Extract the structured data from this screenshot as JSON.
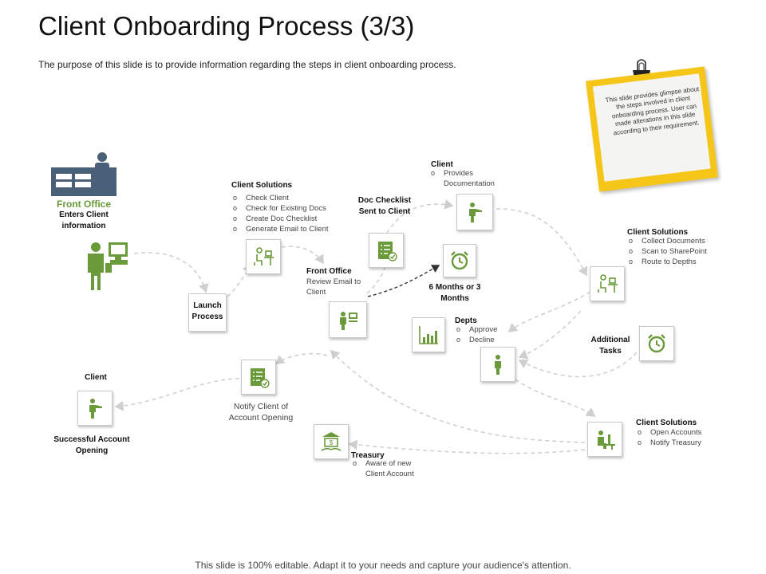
{
  "title": "Client Onboarding Process (3/3)",
  "subtitle": "The purpose of this slide is to provide information regarding the steps in client onboarding process.",
  "footer": "This slide is 100% editable. Adapt it to your needs and capture your audience's attention.",
  "note": "This slide provides glimpse about the steps involved in client onboarding process. User can made alterations in this slide according to their requirement.",
  "colors": {
    "green": "#6a9a3a",
    "dark_icon": "#4a6078",
    "note_yellow": "#f5c518"
  },
  "front_office_start": {
    "title": "Front Office",
    "desc": "Enters Client information"
  },
  "launch": {
    "label": "Launch Process"
  },
  "solutions1": {
    "title": "Client Solutions",
    "items": [
      "Check Client",
      "Check for Existing Docs",
      "Create Doc Checklist",
      "Generate Email to Client"
    ]
  },
  "doc_checklist": {
    "label": "Doc Checklist Sent to Client"
  },
  "front_office_review": {
    "title": "Front Office",
    "desc": "Review Email to Client"
  },
  "client_docs": {
    "title": "Client",
    "items": [
      "Provides Documentation"
    ]
  },
  "months": {
    "label": "6 Months or 3 Months"
  },
  "solutions2": {
    "title": "Client Solutions",
    "items": [
      "Collect Documents",
      "Scan to SharePoint",
      "Route to Depths"
    ]
  },
  "depts": {
    "title": "Depts",
    "items": [
      "Approve",
      "Decline"
    ]
  },
  "additional": {
    "label": "Additional Tasks"
  },
  "solutions3": {
    "title": "Client Solutions",
    "items": [
      "Open Accounts",
      "Notify Treasury"
    ]
  },
  "treasury": {
    "title": "Treasury",
    "items": [
      "Aware of new Client Account"
    ]
  },
  "notify": {
    "label": "Notify Client of Account Opening"
  },
  "client_final": {
    "title": "Client",
    "desc": "Successful Account Opening"
  }
}
